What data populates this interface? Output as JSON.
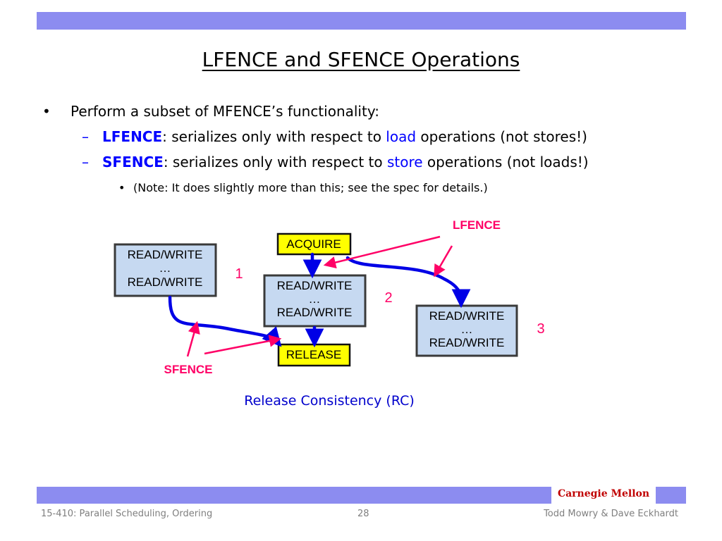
{
  "slide": {
    "title": "LFENCE and SFENCE Operations"
  },
  "bullets": {
    "level1": {
      "marker": "•",
      "text": "Perform a subset of MFENCE’s functionality:"
    },
    "lfence_item": {
      "marker": "–",
      "term": "LFENCE",
      "pre": ": serializes only with respect to ",
      "keyword": "load",
      "post": " operations (not stores!)"
    },
    "sfence_item": {
      "marker": "–",
      "term": "SFENCE",
      "pre": ": serializes only with respect to ",
      "keyword": "store",
      "post": " operations (not loads!)"
    },
    "note": {
      "marker": "•",
      "text": "(Note: It does slightly more than this; see the spec for details.)"
    }
  },
  "diagram": {
    "box_left": {
      "line1": "READ/WRITE",
      "line2": "…",
      "line3": "READ/WRITE"
    },
    "box_mid": {
      "line1": "READ/WRITE",
      "line2": "…",
      "line3": "READ/WRITE"
    },
    "box_right": {
      "line1": "READ/WRITE",
      "line2": "…",
      "line3": "READ/WRITE"
    },
    "acquire": "ACQUIRE",
    "release": "RELEASE",
    "lfence_label": "LFENCE",
    "sfence_label": "SFENCE",
    "num1": "1",
    "num2": "2",
    "num3": "3",
    "caption": "Release Consistency (RC)",
    "colors": {
      "box_fill": "#c6d9f1",
      "tag_fill": "#ffff00",
      "arrow_blue": "#0000e6",
      "arrow_pink": "#ff0066",
      "label_pink": "#ff0066"
    }
  },
  "footer": {
    "brand": "Carnegie Mellon",
    "course": "15-410: Parallel Scheduling, Ordering",
    "page": "28",
    "authors": "Todd Mowry & Dave Eckhardt"
  }
}
